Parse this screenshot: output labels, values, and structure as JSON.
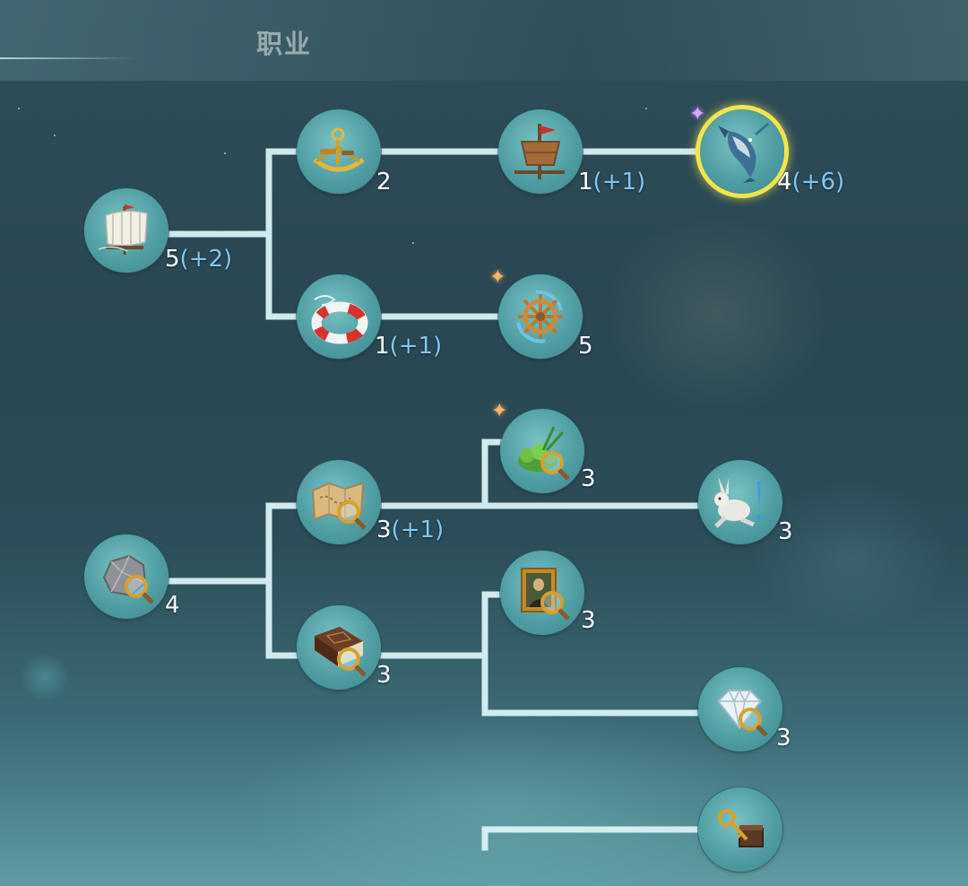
{
  "header": {
    "title": "职业"
  },
  "nodes": [
    {
      "id": "sail",
      "icon": "sail-ship-icon",
      "level": "5",
      "bonus": "(+2)"
    },
    {
      "id": "sextant",
      "icon": "sextant-icon",
      "level": "2",
      "bonus": ""
    },
    {
      "id": "lookout",
      "icon": "crows-nest-flag-icon",
      "level": "1",
      "bonus": "(+1)"
    },
    {
      "id": "marlin",
      "icon": "marlin-fish-icon",
      "level": "4",
      "bonus": "(+6)"
    },
    {
      "id": "lifebuoy",
      "icon": "lifebuoy-icon",
      "level": "1",
      "bonus": "(+1)"
    },
    {
      "id": "wheel",
      "icon": "ship-wheel-icon",
      "level": "5",
      "bonus": ""
    },
    {
      "id": "ore",
      "icon": "ore-magnifier-icon",
      "level": "4",
      "bonus": ""
    },
    {
      "id": "map",
      "icon": "map-magnifier-icon",
      "level": "3",
      "bonus": "(+1)"
    },
    {
      "id": "plant",
      "icon": "plant-magnifier-icon",
      "level": "3",
      "bonus": ""
    },
    {
      "id": "rabbit",
      "icon": "rabbit-alert-icon",
      "level": "3",
      "bonus": ""
    },
    {
      "id": "book",
      "icon": "book-magnifier-icon",
      "level": "3",
      "bonus": ""
    },
    {
      "id": "painting",
      "icon": "painting-magnifier-icon",
      "level": "3",
      "bonus": ""
    },
    {
      "id": "diamond",
      "icon": "diamond-magnifier-icon",
      "level": "3",
      "bonus": ""
    },
    {
      "id": "treasure",
      "icon": "key-chest-icon",
      "level": "",
      "bonus": ""
    }
  ],
  "colors": {
    "connector": "#d9f2f6",
    "selected_ring": "#f1e54c",
    "bonus_text": "#7fc8f4",
    "node_fill": "#4f9ea3"
  }
}
